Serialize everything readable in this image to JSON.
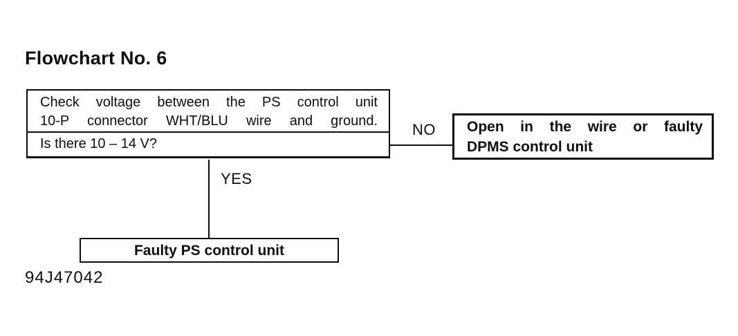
{
  "page": {
    "title": "Flowchart No. 6",
    "figure_code": "94J47042"
  },
  "flowchart": {
    "decision_box": {
      "instruction_line1": "Check voltage between the PS control unit",
      "instruction_line2": "10-P connector WHT/BLU wire and ground.",
      "question": "Is there 10 – 14 V?"
    },
    "branches": {
      "no": {
        "label": "NO",
        "result_line1": "Open in the wire or faulty",
        "result_line2": "DPMS control unit"
      },
      "yes": {
        "label": "YES",
        "result": "Faulty PS control unit"
      }
    }
  },
  "colors": {
    "ink": "#0e0e0e",
    "paper": "#ffffff"
  }
}
